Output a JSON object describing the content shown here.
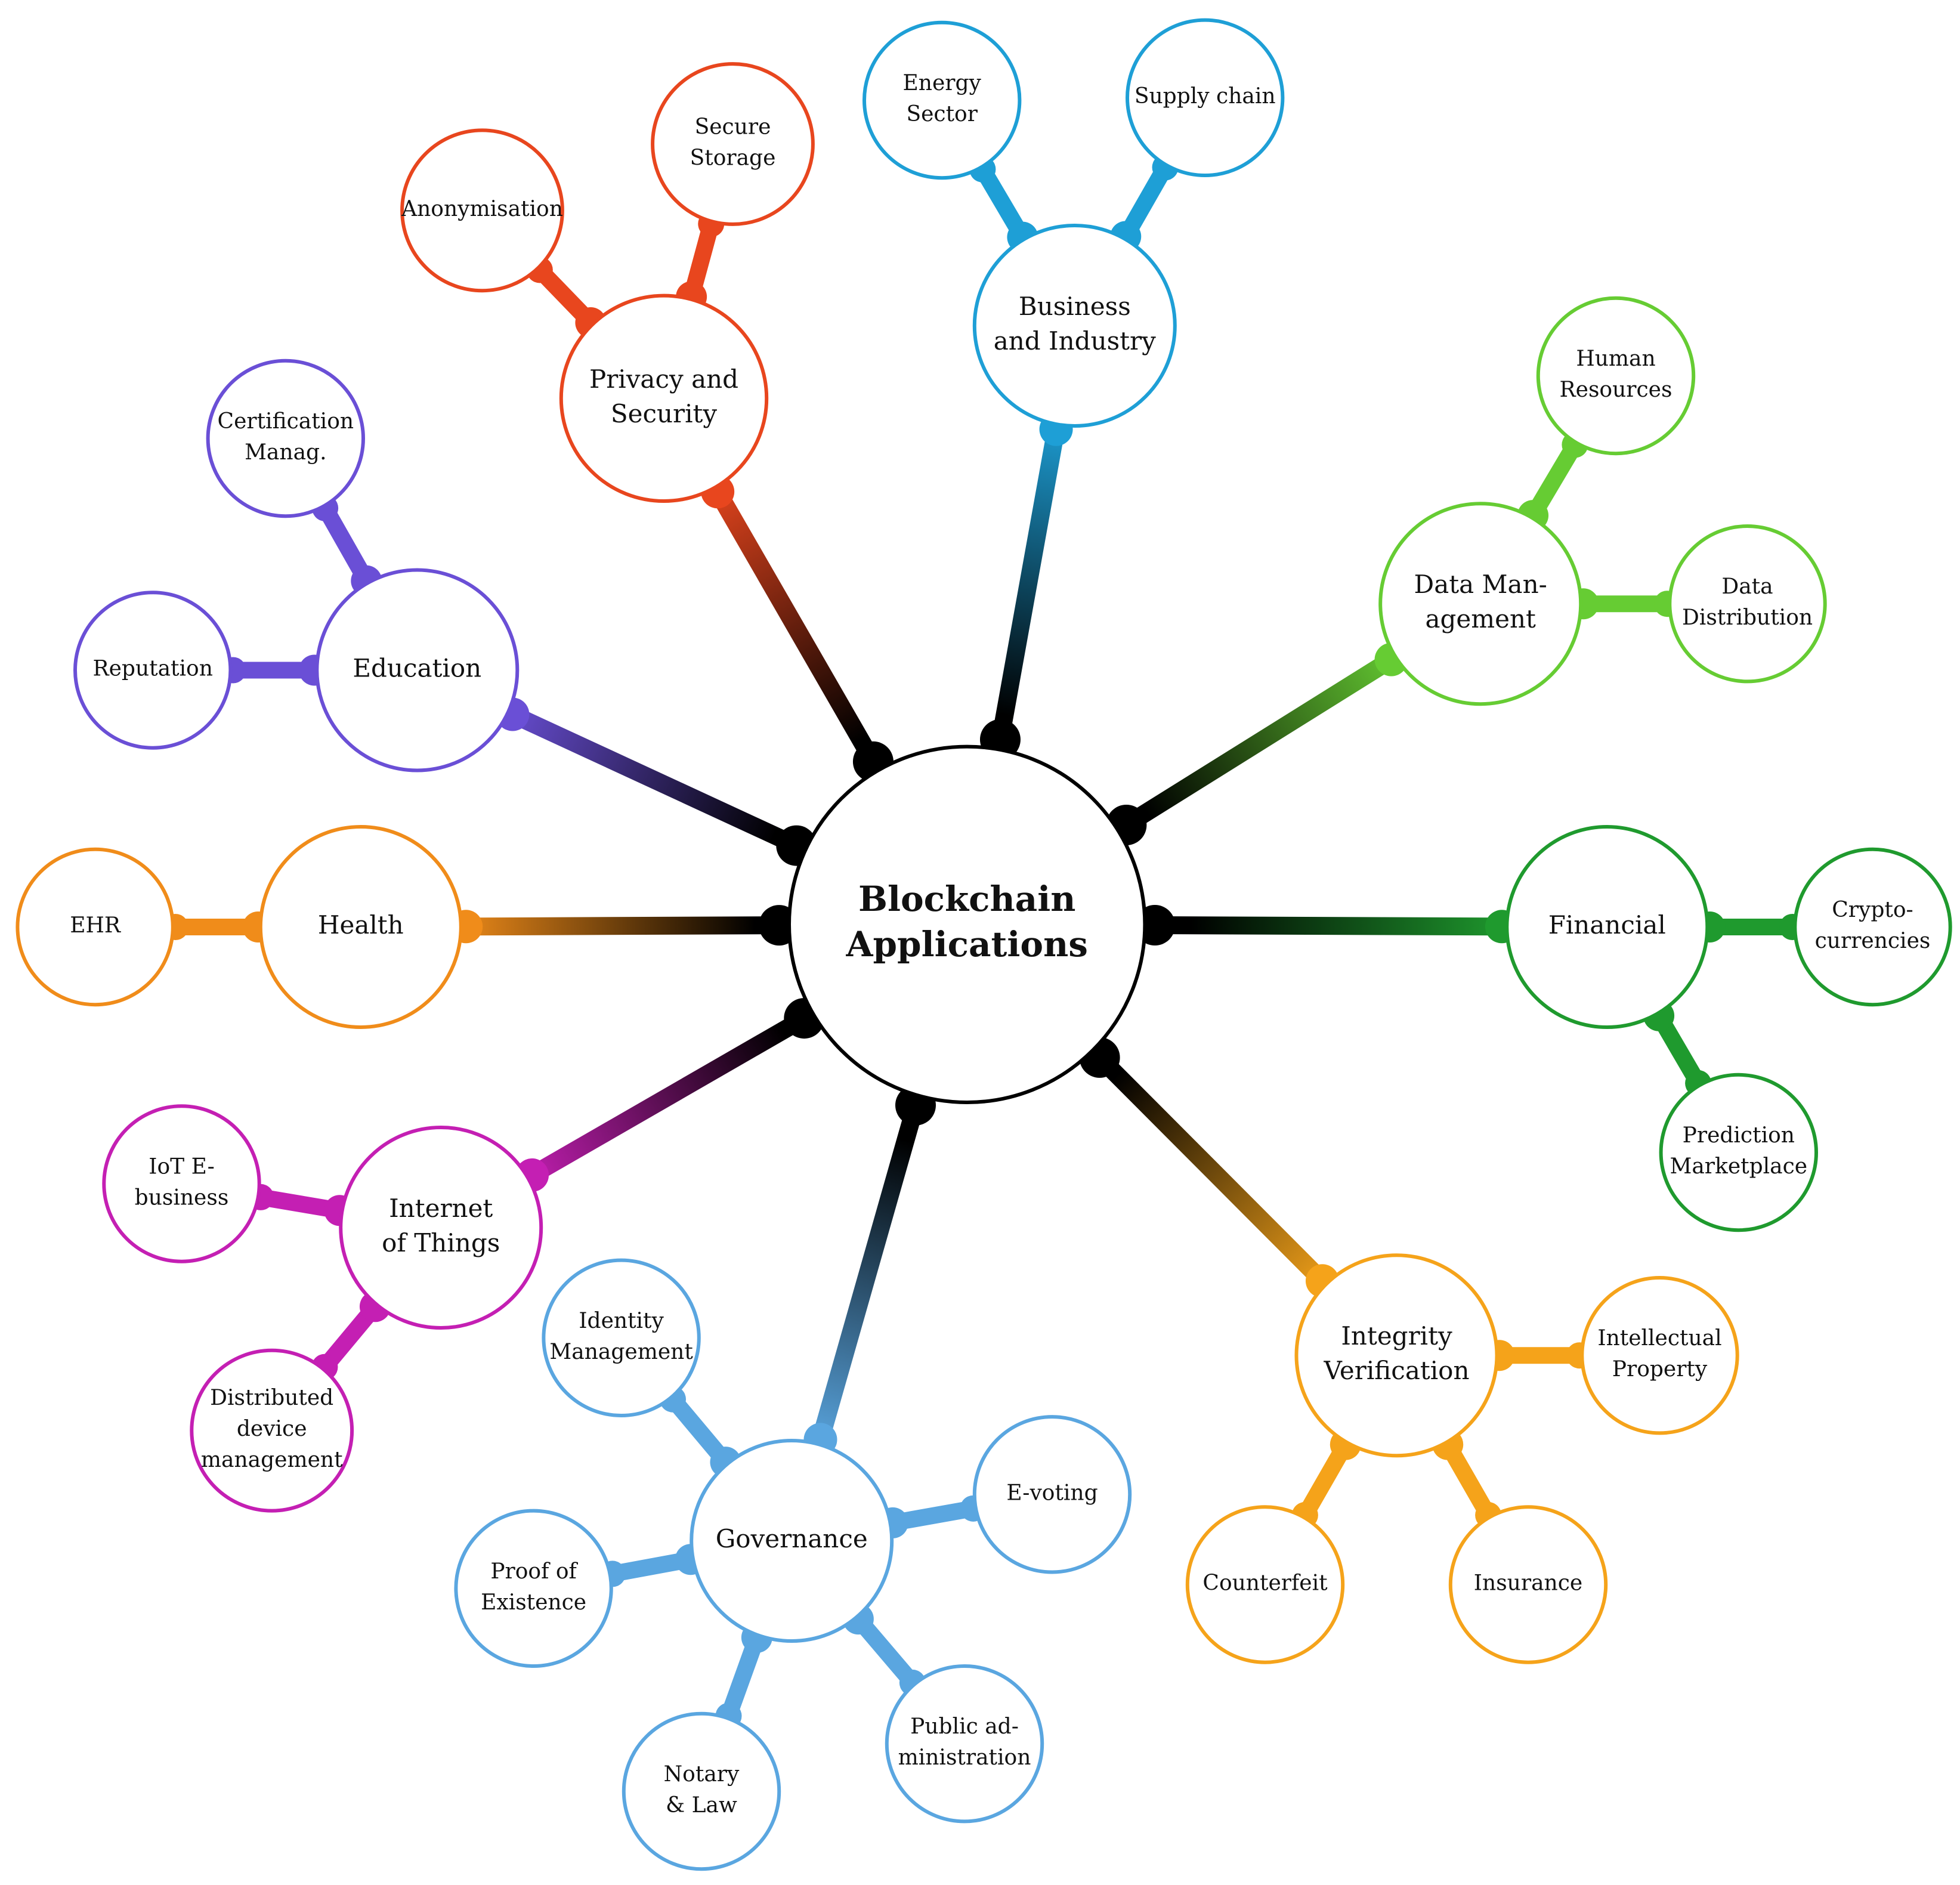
{
  "center": {
    "lines": [
      "Blockchain",
      "Applications"
    ],
    "color": "#000000"
  },
  "categories": [
    {
      "id": "privacy",
      "lines": [
        "Privacy and",
        "Security"
      ],
      "color": "#e8461e",
      "subs": [
        {
          "id": "anonymisation",
          "lines": [
            "Anonymisation"
          ]
        },
        {
          "id": "secure-storage",
          "lines": [
            "Secure",
            "Storage"
          ]
        }
      ]
    },
    {
      "id": "business",
      "lines": [
        "Business",
        "and Industry"
      ],
      "color": "#1e9fd6",
      "subs": [
        {
          "id": "energy",
          "lines": [
            "Energy",
            "Sector"
          ]
        },
        {
          "id": "supply-chain",
          "lines": [
            "Supply chain"
          ]
        }
      ]
    },
    {
      "id": "data-management",
      "lines": [
        "Data Man-",
        "agement"
      ],
      "color": "#66cc33",
      "subs": [
        {
          "id": "human-resources",
          "lines": [
            "Human",
            "Resources"
          ]
        },
        {
          "id": "data-distribution",
          "lines": [
            "Data",
            "Distribution"
          ]
        }
      ]
    },
    {
      "id": "financial",
      "lines": [
        "Financial"
      ],
      "color": "#1f9a2e",
      "subs": [
        {
          "id": "cryptocurrencies",
          "lines": [
            "Crypto-",
            "currencies"
          ]
        },
        {
          "id": "prediction-marketplace",
          "lines": [
            "Prediction",
            "Marketplace"
          ]
        }
      ]
    },
    {
      "id": "integrity",
      "lines": [
        "Integrity",
        "Verification"
      ],
      "color": "#f5a31a",
      "subs": [
        {
          "id": "intellectual-property",
          "lines": [
            "Intellectual",
            "Property"
          ]
        },
        {
          "id": "insurance",
          "lines": [
            "Insurance"
          ]
        },
        {
          "id": "counterfeit",
          "lines": [
            "Counterfeit"
          ]
        }
      ]
    },
    {
      "id": "governance",
      "lines": [
        "Governance"
      ],
      "color": "#5aa6e0",
      "subs": [
        {
          "id": "identity-management",
          "lines": [
            "Identity",
            "Management"
          ]
        },
        {
          "id": "e-voting",
          "lines": [
            "E-voting"
          ]
        },
        {
          "id": "public-administration",
          "lines": [
            "Public ad-",
            "ministration"
          ]
        },
        {
          "id": "notary-law",
          "lines": [
            "Notary",
            "& Law"
          ]
        },
        {
          "id": "proof-of-existence",
          "lines": [
            "Proof of",
            "Existence"
          ]
        }
      ]
    },
    {
      "id": "iot",
      "lines": [
        "Internet",
        "of Things"
      ],
      "color": "#c41fb3",
      "subs": [
        {
          "id": "iot-ebusiness",
          "lines": [
            "IoT E-",
            "business"
          ]
        },
        {
          "id": "distributed-device-management",
          "lines": [
            "Distributed",
            "device",
            "management"
          ]
        }
      ]
    },
    {
      "id": "health",
      "lines": [
        "Health"
      ],
      "color": "#f08c1a",
      "subs": [
        {
          "id": "ehr",
          "lines": [
            "EHR"
          ]
        }
      ]
    },
    {
      "id": "education",
      "lines": [
        "Education"
      ],
      "color": "#6a4fd6",
      "subs": [
        {
          "id": "certification",
          "lines": [
            "Certification",
            "Manag."
          ]
        },
        {
          "id": "reputation",
          "lines": [
            "Reputation"
          ]
        }
      ]
    }
  ]
}
